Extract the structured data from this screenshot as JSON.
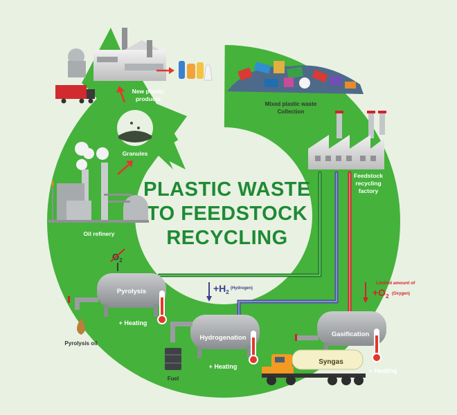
{
  "title": {
    "line1": "PLASTIC WASTE",
    "line2": "TO FEEDSTOCK",
    "line3": "RECYCLING"
  },
  "stages": {
    "collection": {
      "line1": "Mixed plastic waste",
      "line2": "Collection"
    },
    "factory": {
      "line1": "Feedstock",
      "line2": "recycling",
      "line3": "factory"
    },
    "refinery": "Oil refinery",
    "granules": "Granules",
    "products": {
      "line1": "New plastic",
      "line2": "products"
    }
  },
  "processes": {
    "pyrolysis": {
      "label": "Pyrolysis",
      "heating": "+ Heating",
      "no_o2": "O",
      "no_o2_sub": "2",
      "output": "Pyrolysis oil"
    },
    "hydrogenation": {
      "label": "Hydrogenation",
      "heating": "+ Heating",
      "h2": "+H",
      "h2_sub": "2",
      "h2_note": "(Hydrogen)",
      "output": "Fuel"
    },
    "gasification": {
      "label": "Gasification",
      "heating": "+ Heating",
      "o2_note": "Limited amount of",
      "o2": "+O",
      "o2_sub": "2",
      "o2_paren": "(Oxygen)",
      "output": "Syngas"
    }
  },
  "colors": {
    "background": "#e9f1e2",
    "ring": "#44b23b",
    "title": "#1e8a34",
    "pipe_green": "#1f7a2e",
    "pipe_purple": "#4b4fa0",
    "pipe_red": "#d2232a",
    "arrow_red": "#e2372c"
  }
}
